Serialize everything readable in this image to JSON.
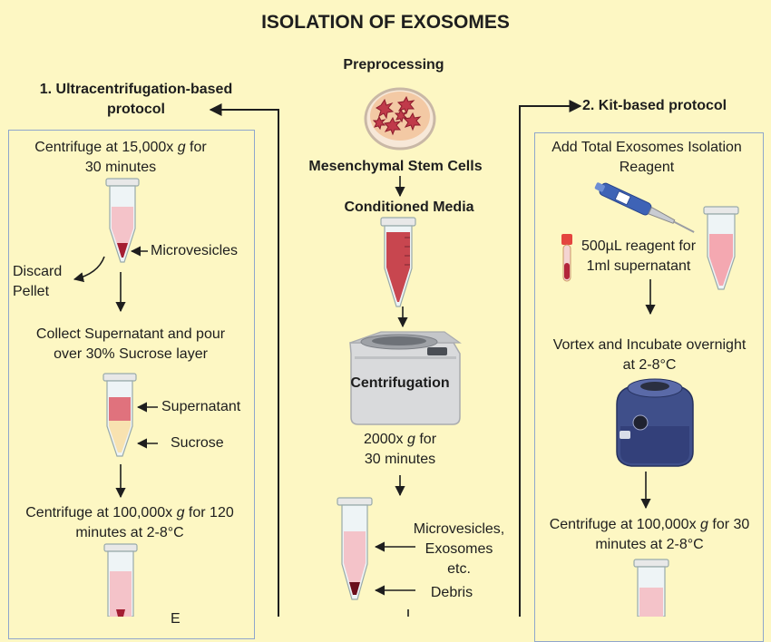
{
  "title": "ISOLATION OF EXOSOMES",
  "center": {
    "preprocessing": "Preprocessing",
    "msc": "Mesenchymal Stem Cells",
    "conditioned_media": "Conditioned Media",
    "centrifugation": "Centrifugation",
    "speed_line1": "2000x ",
    "speed_g": "g",
    "speed_line1b": " for",
    "speed_line2": "30 minutes",
    "microvesicles_label": "Microvesicles,\nExosomes\netc.",
    "debris_label": "Debris"
  },
  "left": {
    "heading": "1. Ultracentrifugation-based\nprotocol",
    "step1_a": "Centrifuge at 15,000x ",
    "step1_g": "g",
    "step1_b": " for",
    "step1_line2": "30 minutes",
    "microvesicles": "Microvesicles",
    "discard": "Discard\nPellet",
    "step2": "Collect Supernatant and pour\nover 30% Sucrose layer",
    "supernatant": "Supernatant",
    "sucrose": "Sucrose",
    "step3_a": "Centrifuge at 100,000x ",
    "step3_g": "g",
    "step3_b": " for 120",
    "step3_line2": "minutes at 2-8°C",
    "exosomes_partial": "E"
  },
  "right": {
    "heading": "2. Kit-based protocol",
    "step1": "Add Total Exosomes Isolation\nReagent",
    "reagent": "500µL reagent for\n1ml supernatant",
    "step2": "Vortex and Incubate overnight\nat 2-8°C",
    "step3_a": "Centrifuge at 100,000x ",
    "step3_g": "g",
    "step3_b": " for 30",
    "step3_line2": "minutes at 2-8°C"
  },
  "colors": {
    "background": "#fdf7c3",
    "panel_border": "#8fa6cc",
    "media_red": "#c8464f",
    "pink_liquid": "#f4c3c9",
    "pellet": "#8a1a2a"
  }
}
